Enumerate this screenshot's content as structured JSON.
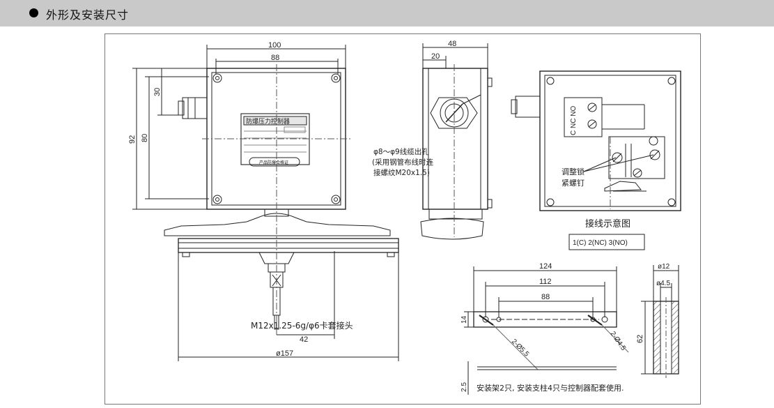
{
  "header": {
    "title": "外形及安装尺寸"
  },
  "front_view": {
    "dim_width_outer": "100",
    "dim_width_inner": "88",
    "dim_height_outer": "92",
    "dim_height_inner": "80",
    "dim_side": "30",
    "dim_thread_offset": "42",
    "dim_base_diameter": "ø157",
    "nameplate_title": "防爆压力控制器",
    "nameplate_badge": "产品防爆合格证",
    "thread_label": "M12x1.25-6g/φ6卡套接头"
  },
  "side_view": {
    "dim_depth": "48",
    "dim_offset": "20",
    "cable_note_1": "φ8～φ9线缆出孔",
    "cable_note_2": "(采用钢管布线时连",
    "cable_note_3": "接螺纹M20x1.5)"
  },
  "wiring": {
    "terminal_label": "C NC NO",
    "adjust_label_1": "调整锁",
    "adjust_label_2": "紧螺钉",
    "diagram_title": "接线示意图",
    "legend": "1(C) 2(NC) 3(NO)"
  },
  "bracket": {
    "dim_124": "124",
    "dim_112": "112",
    "dim_88": "88",
    "dim_14": "14",
    "dim_25": "2.5",
    "hole_a": "2-Ø5.5",
    "hole_b": "2-Ø4.5",
    "note": "安装架2只, 安装支柱4只与控制器配套使用."
  },
  "column": {
    "dim_12": "ø12",
    "dim_45": "ø4.5",
    "dim_62": "62"
  }
}
